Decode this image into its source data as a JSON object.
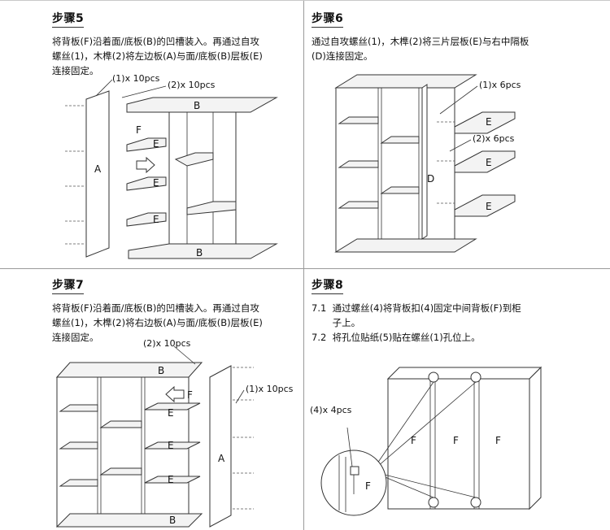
{
  "step5": {
    "title": "步骤5",
    "desc_lines": [
      "将背板(F)沿着面/底板(B)的凹槽装入。再通过自攻",
      "螺丝(1)，木榫(2)将左边板(A)与面/底板(B)层板(E)",
      "连接固定。"
    ],
    "callouts": {
      "screw": "(1)x 10pcs",
      "dowel": "(2)x 10pcs"
    },
    "labels": {
      "top": "B",
      "bottom": "B",
      "side": "A",
      "back": "F",
      "shelf": "E"
    }
  },
  "step6": {
    "title": "步骤6",
    "desc_lines": [
      "通过自攻螺丝(1)，木榫(2)将三片层板(E)与右中隔板",
      "(D)连接固定。"
    ],
    "callouts": {
      "screw": "(1)x 6pcs",
      "dowel": "(2)x 6pcs"
    },
    "labels": {
      "divider": "D",
      "shelf": "E"
    }
  },
  "step7": {
    "title": "步骤7",
    "desc_lines": [
      "将背板(F)沿着面/底板(B)的凹槽装入。再通过自攻",
      "螺丝(1)，木榫(2)将右边板(A)与面/底板(B)层板(E)",
      "连接固定。"
    ],
    "callouts": {
      "dowel": "(2)x 10pcs",
      "screw": "(1)x 10pcs"
    },
    "labels": {
      "top": "B",
      "bottom": "B",
      "side": "A",
      "back": "F",
      "shelf": "E"
    }
  },
  "step8": {
    "title": "步骤8",
    "desc_lines": [
      "7.1  通过螺丝(4)将背板扣(4)固定中间背板(F)到柜",
      "       子上。",
      "7.2  将孔位贴纸(5)贴在螺丝(1)孔位上。"
    ],
    "callouts": {
      "clip": "(4)x 4pcs"
    },
    "labels": {
      "back": "F"
    }
  }
}
